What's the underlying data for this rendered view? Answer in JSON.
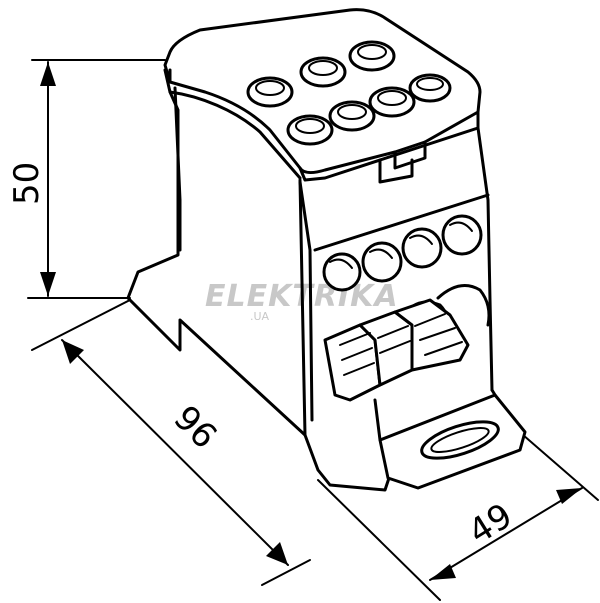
{
  "dimensions": {
    "height": "50",
    "length": "96",
    "width": "49"
  },
  "watermark": {
    "brand": "ELEKTRIKA",
    "domain": ".UA"
  },
  "colors": {
    "stroke": "#000000",
    "background": "#ffffff",
    "watermark": "#c8c8c8"
  }
}
